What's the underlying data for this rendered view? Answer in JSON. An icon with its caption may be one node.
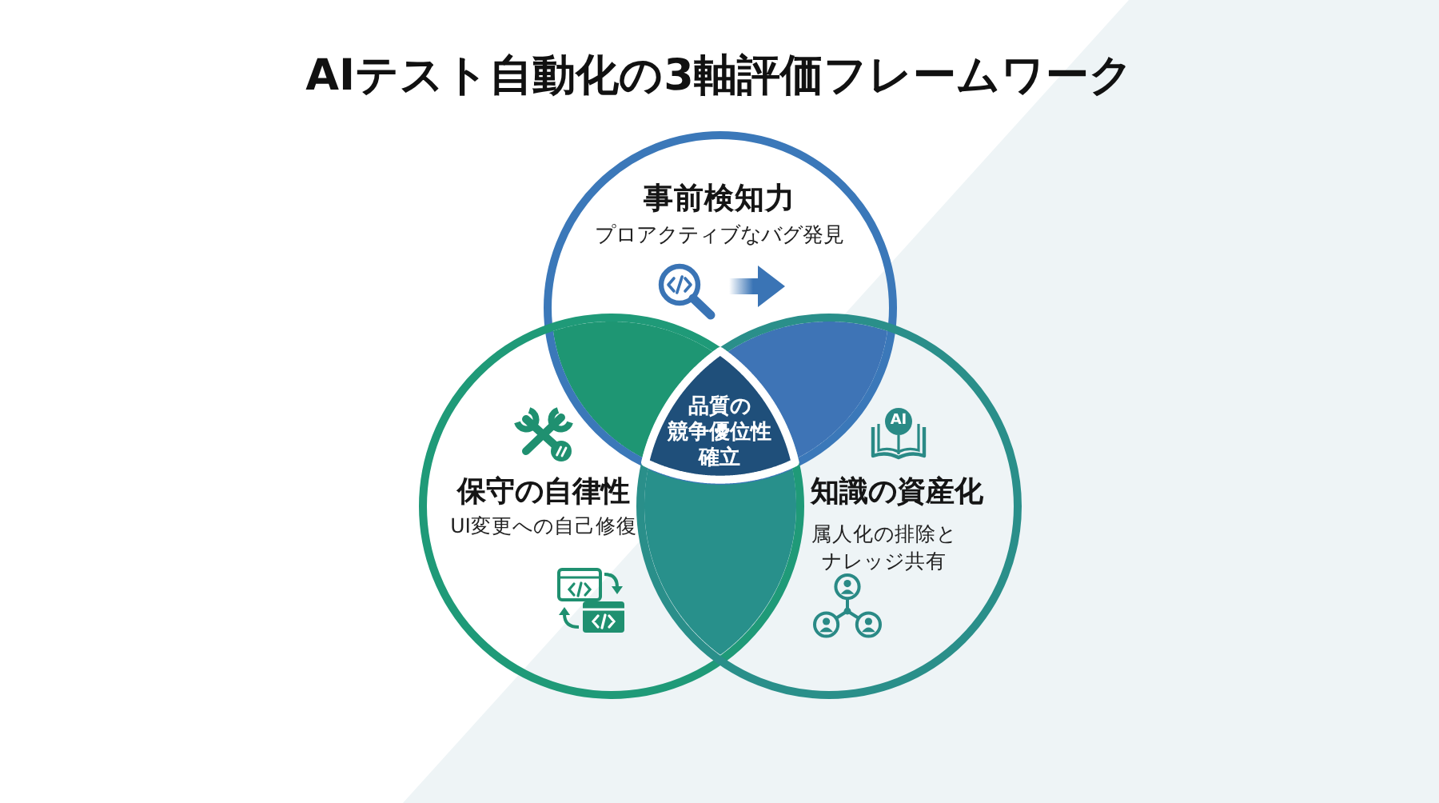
{
  "diagram": {
    "title": "AIテスト自動化の3軸評価フレームワーク",
    "nodes": [
      {
        "text": [
          "事前検知力",
          "プロアクティブなバグ発見"
        ]
      },
      {
        "text": [
          "保守の自律性",
          "UI変更への自己修復"
        ]
      },
      {
        "text": [
          "知識の資産化",
          "属人化の排除とナレッジ共有"
        ]
      },
      {
        "text": [
          "品質の競争優位性確立"
        ]
      },
      {
        "text": [],
        "shape": "lens"
      },
      {
        "text": [],
        "shape": "lens"
      },
      {
        "text": [],
        "shape": "lens"
      }
    ],
    "labels": [
      "AI"
    ]
  }
}
